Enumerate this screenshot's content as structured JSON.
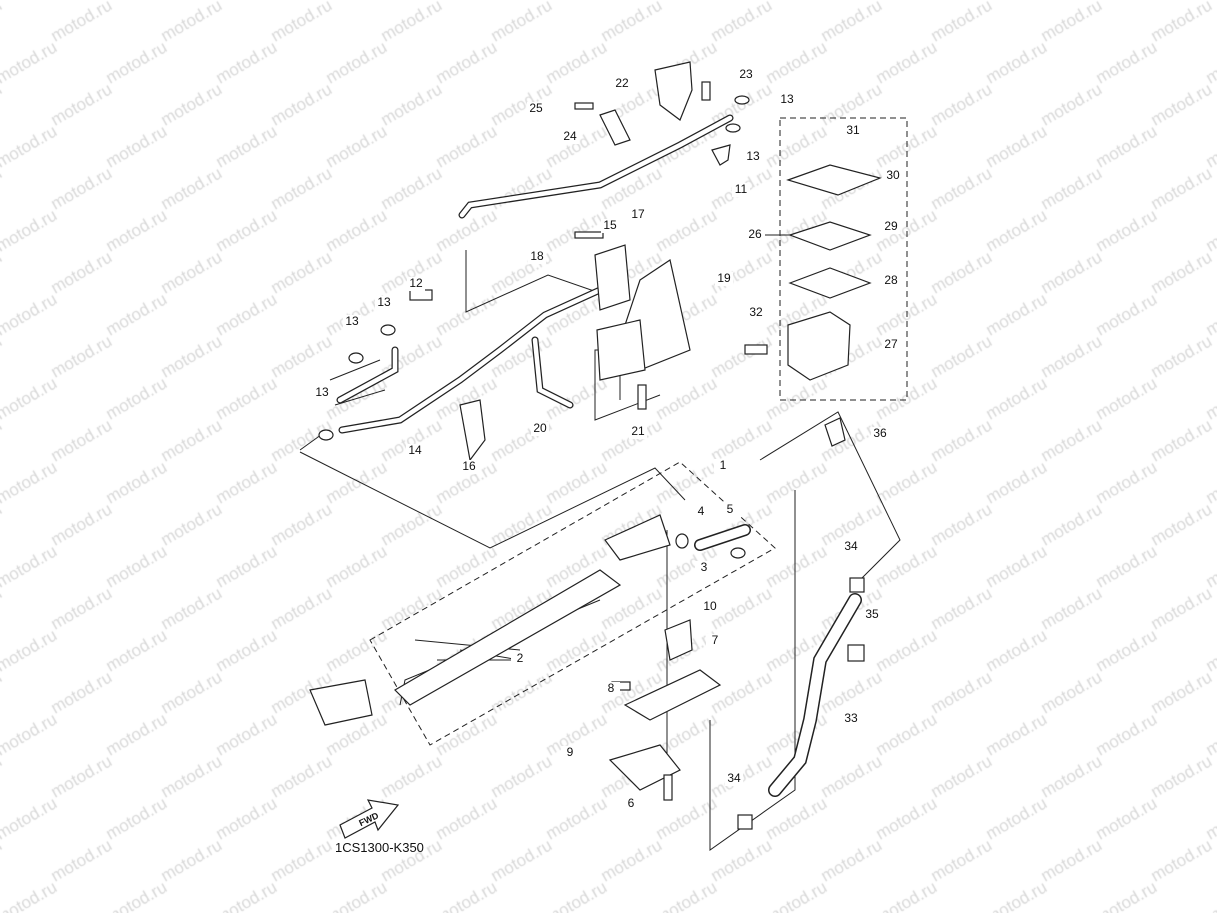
{
  "diagram": {
    "code": "1CS1300-K350",
    "fwd_label": "FWD",
    "watermark": "motod.ru",
    "part_labels": [
      "23",
      "22",
      "13",
      "25",
      "24",
      "13",
      "31",
      "11",
      "30",
      "15",
      "17",
      "26",
      "29",
      "18",
      "19",
      "28",
      "12",
      "13",
      "32",
      "13",
      "27",
      "13",
      "14",
      "16",
      "20",
      "21",
      "36",
      "1",
      "4",
      "5",
      "3",
      "34",
      "35",
      "10",
      "7",
      "2",
      "8",
      "33",
      "9",
      "34",
      "6"
    ]
  }
}
